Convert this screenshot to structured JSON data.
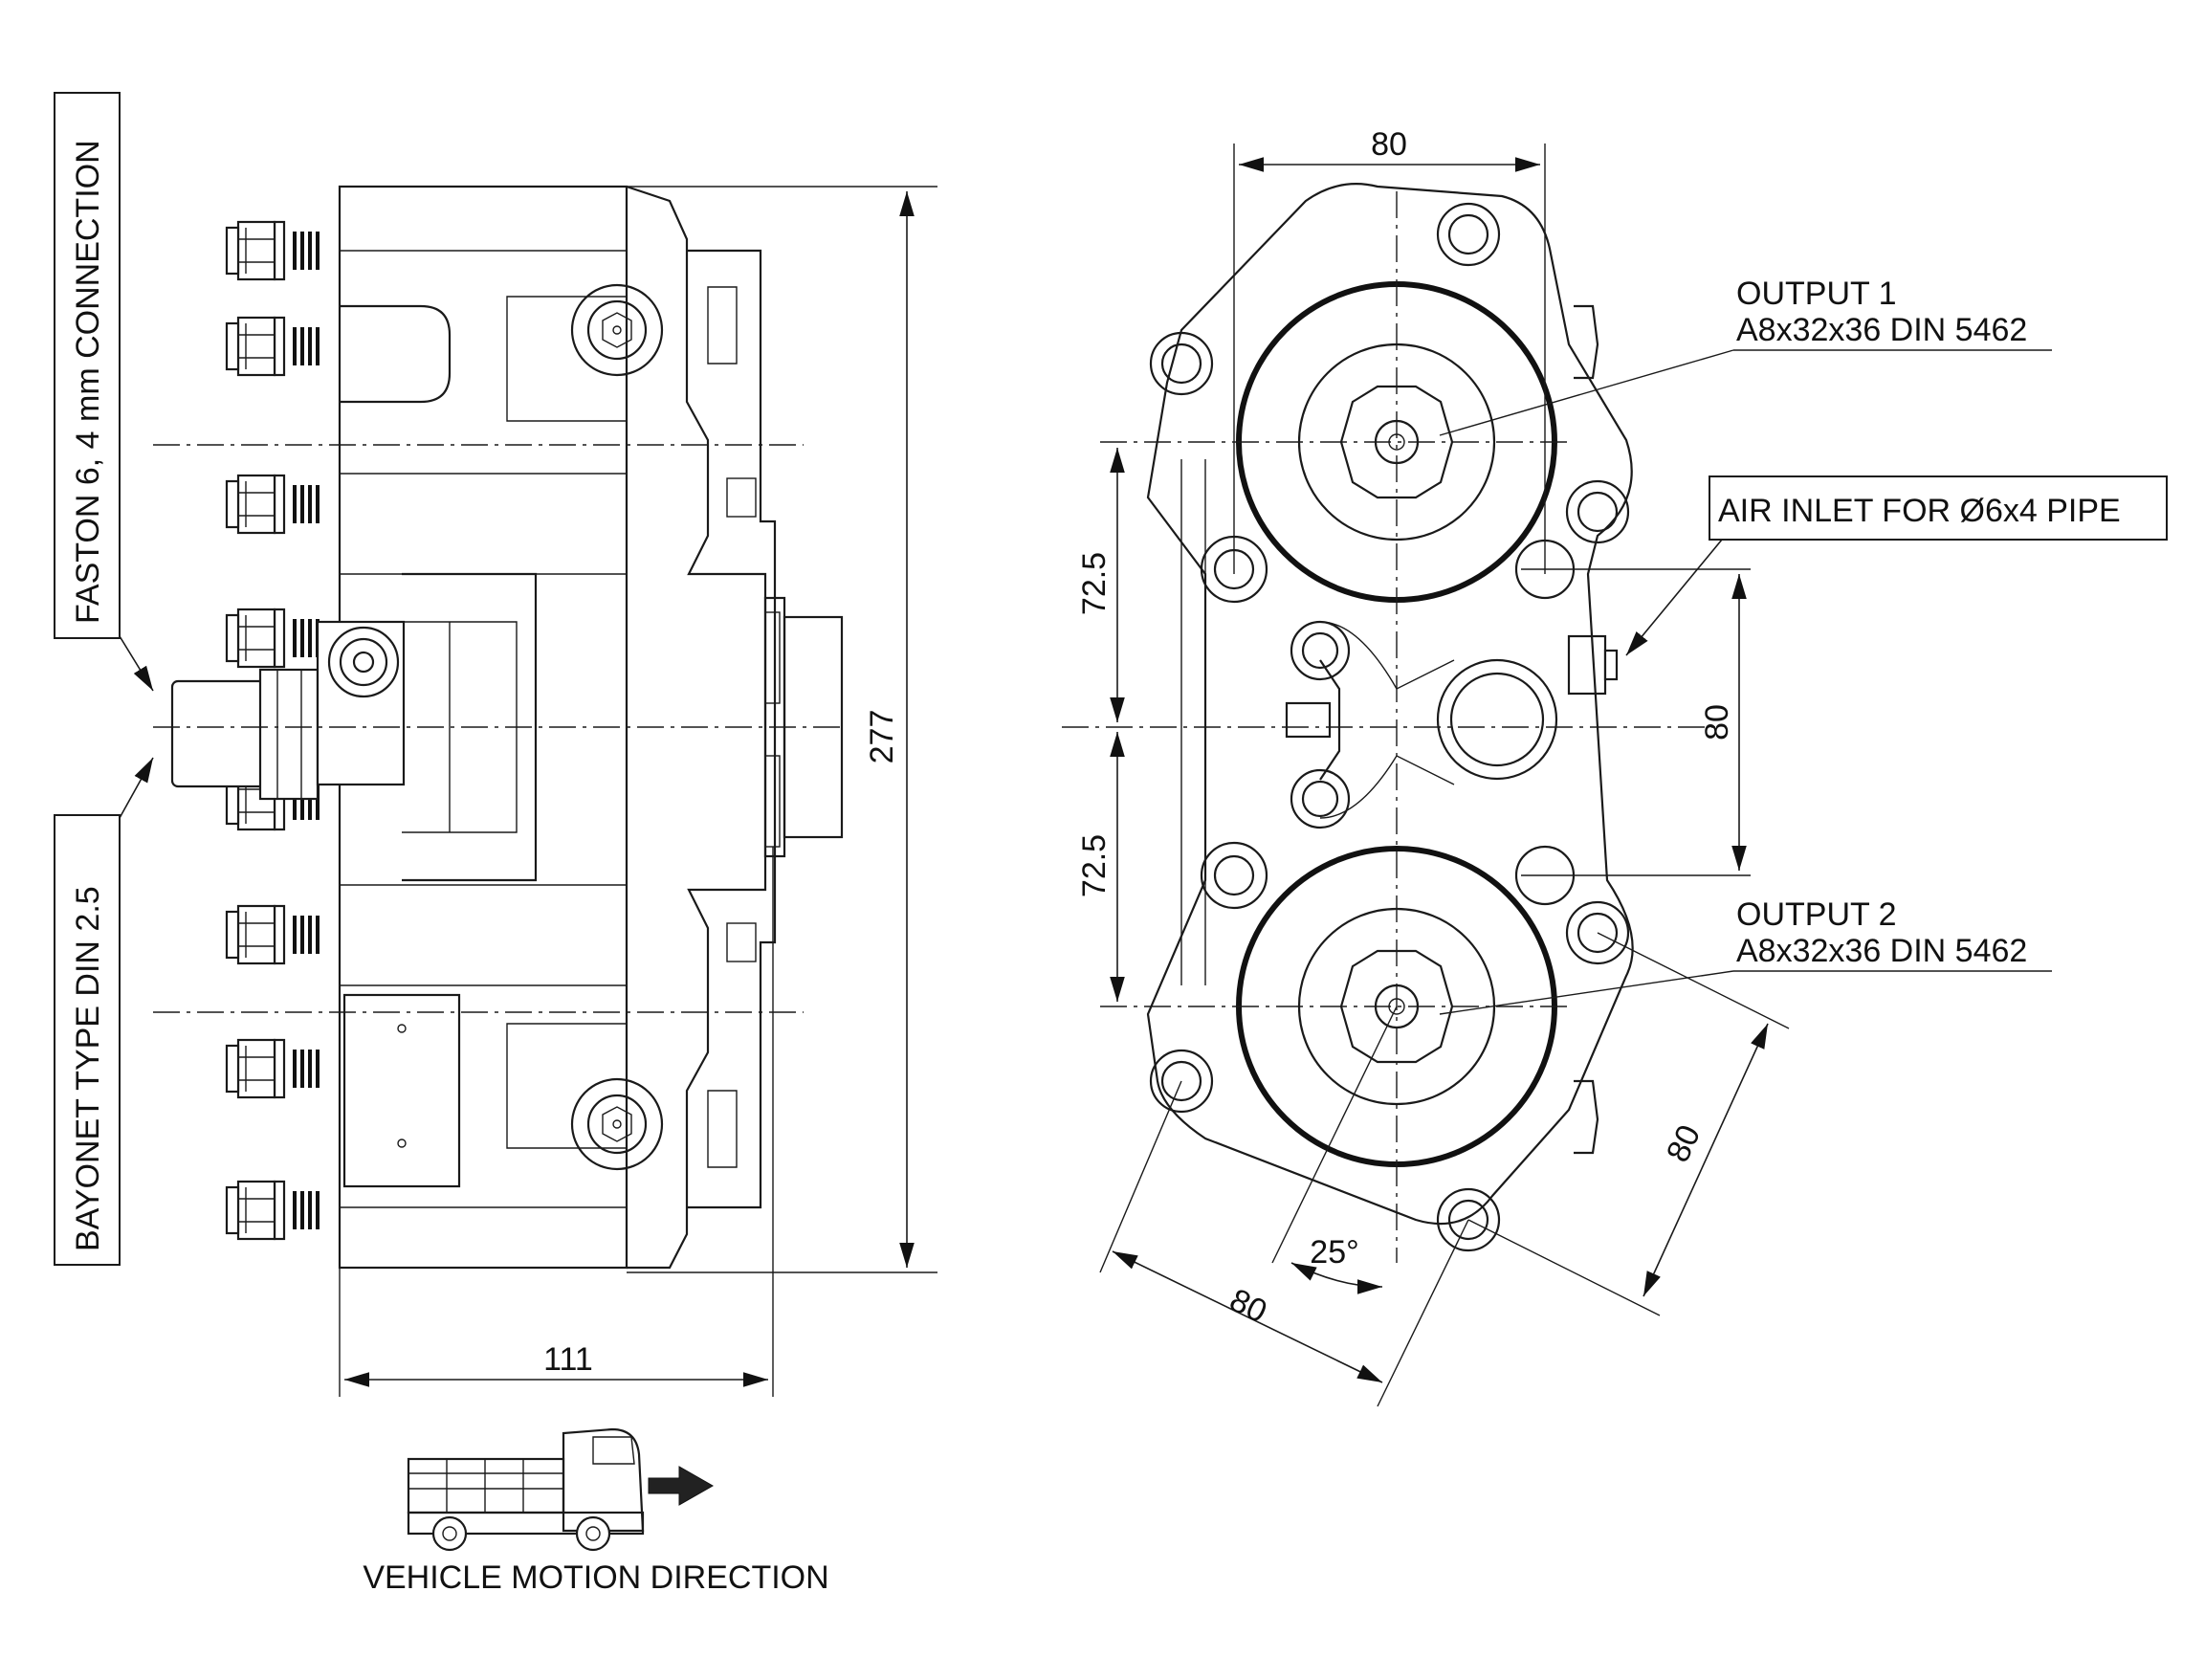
{
  "labels": {
    "faston": "FASTON 6, 4 mm CONNECTION",
    "bayonet": "BAYONET TYPE DIN 2.5",
    "output1_title": "OUTPUT 1",
    "output1_spec": "A8x32x36 DIN 5462",
    "air_inlet": "AIR INLET FOR Ø6x4 PIPE",
    "output2_title": "OUTPUT 2",
    "output2_spec": "A8x32x36 DIN 5462",
    "vehicle_motion": "VEHICLE MOTION DIRECTION"
  },
  "dimensions": {
    "height_277": "277",
    "width_111": "111",
    "top_80": "80",
    "upper_72_5": "72.5",
    "lower_72_5": "72.5",
    "right_80": "80",
    "diag_right_80": "80",
    "diag_bottom_80": "80",
    "angle_25": "25°"
  }
}
